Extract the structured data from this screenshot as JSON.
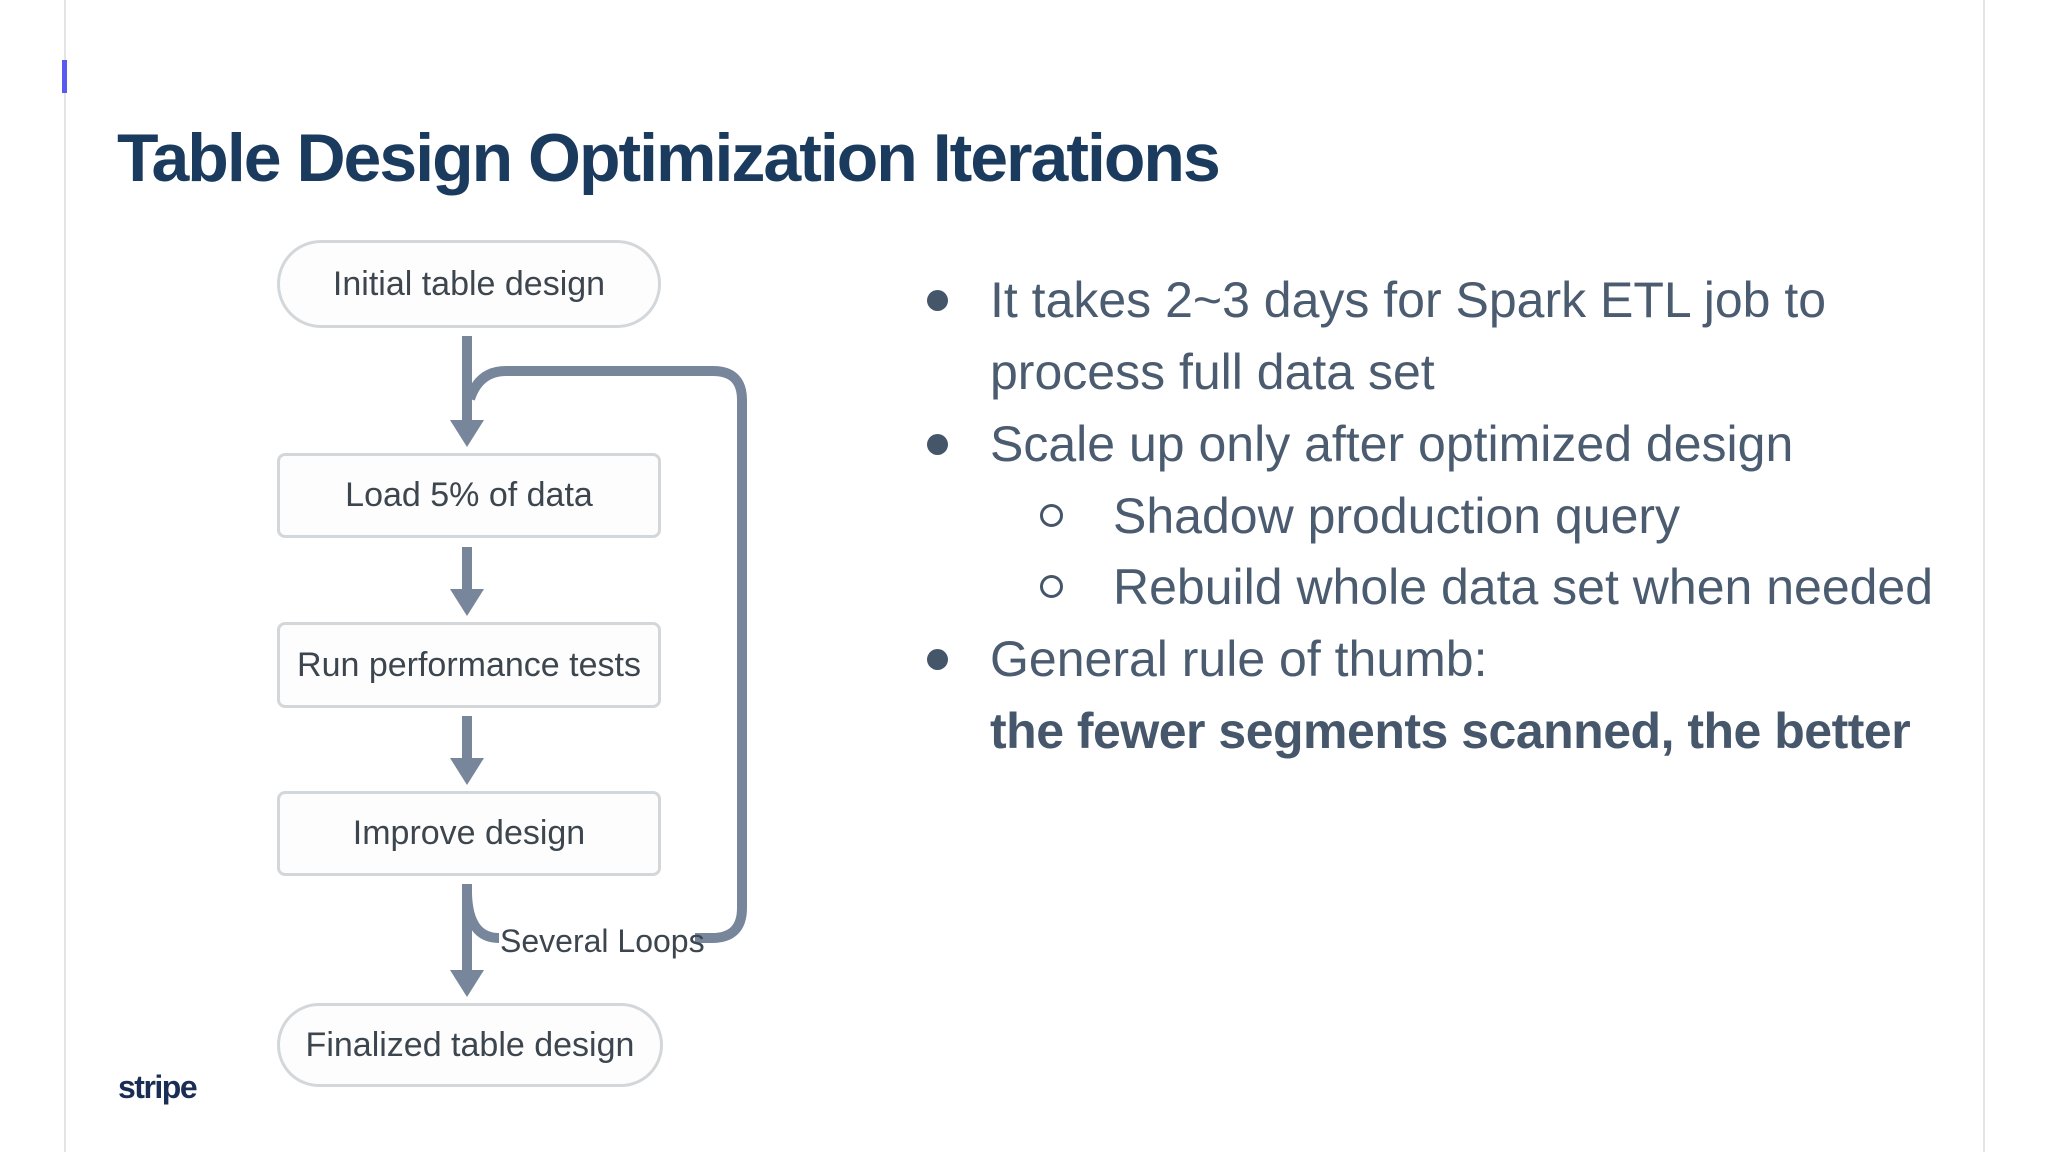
{
  "slide": {
    "title": "Table Design Optimization Iterations",
    "logo_text": "stripe"
  },
  "flowchart": {
    "nodes": [
      {
        "label": "Initial table design",
        "shape": "pill"
      },
      {
        "label": "Load 5% of data",
        "shape": "rect"
      },
      {
        "label": "Run performance tests",
        "shape": "rect"
      },
      {
        "label": "Improve design",
        "shape": "rect"
      },
      {
        "label": "Finalized table design",
        "shape": "pill"
      }
    ],
    "loop_label": "Several Loops"
  },
  "bullets": {
    "item1_line1": "It takes 2~3 days for Spark ETL job to",
    "item1_line2": "process full data set",
    "item2": "Scale up only after optimized design",
    "item2_sub1": "Shadow production query",
    "item2_sub2": "Rebuild whole data set when needed",
    "item3": "General rule of thumb:",
    "item3_bold": "the fewer segments scanned, the better"
  },
  "colors": {
    "title_navy": "#1a3a5e",
    "body_slate": "#4b5c70",
    "node_text": "#3d464e",
    "node_border": "#d4d7da",
    "connector_slate": "#78869b",
    "logo_navy": "#1a2e55",
    "caret_blue": "#5a5af0",
    "slide_edge": "#e4e4e6"
  }
}
